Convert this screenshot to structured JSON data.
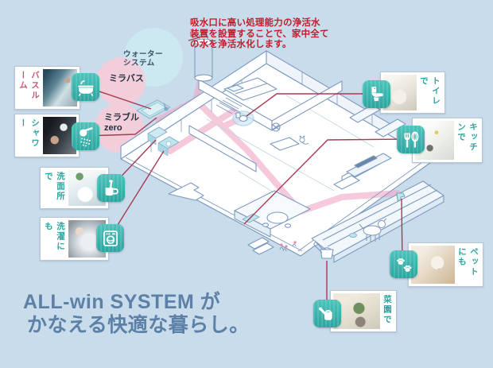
{
  "colors": {
    "background": "#c9dcec",
    "accent_teal": "#35b2ab",
    "accent_rose": "#c9566f",
    "connector_red": "#a93a55",
    "pipe_pink": "#f2a8c6",
    "note_red": "#bf1e2c",
    "title_blue": "#5d81a6",
    "lineart_blue": "#7d9ac0"
  },
  "note": {
    "lines": [
      "吸水口に高い処理能力の浄活水",
      "装置を設置することで、家中全て",
      "の水を浄活水化します。"
    ]
  },
  "title": {
    "lines": [
      "ALL-win SYSTEM が",
      "かなえる快適な暮らし。"
    ]
  },
  "water_system": {
    "lines": [
      "ウォーター",
      "システム"
    ]
  },
  "devices": [
    {
      "id": "mirabus",
      "label": "ミラバス"
    },
    {
      "id": "mirable-zero",
      "lines": [
        "ミラブル",
        "zero"
      ]
    }
  ],
  "callouts": [
    {
      "id": "bathroom",
      "label": "バスルーム",
      "icon": "bathtub-icon"
    },
    {
      "id": "shower",
      "label": "シャワー",
      "icon": "shower-icon"
    },
    {
      "id": "washroom",
      "label": "洗面所で",
      "icon": "toothbrush-cup-icon"
    },
    {
      "id": "laundry",
      "label": "洗濯にも",
      "icon": "washing-machine-icon"
    },
    {
      "id": "toilet",
      "label": "トイレで",
      "icon": "toilet-icon"
    },
    {
      "id": "kitchen",
      "label": "キッチンで",
      "icon": "kitchen-utensils-icon"
    },
    {
      "id": "pets",
      "label": "ペットにも",
      "icon": "paw-icon"
    },
    {
      "id": "garden",
      "label": "菜園で",
      "icon": "watering-can-icon"
    }
  ]
}
